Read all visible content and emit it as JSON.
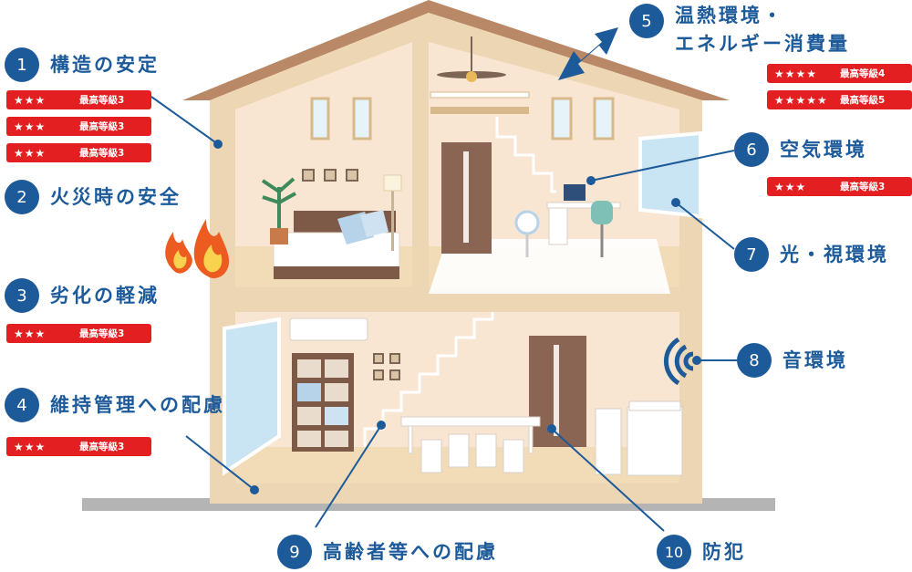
{
  "labels": [
    {
      "num": "1",
      "text": "構造の安定"
    },
    {
      "num": "2",
      "text": "火災時の安全"
    },
    {
      "num": "3",
      "text": "劣化の軽減"
    },
    {
      "num": "4",
      "text": "維持管理への配慮"
    },
    {
      "num": "5",
      "text_line1": "温熱環境・",
      "text_line2": "エネルギー消費量"
    },
    {
      "num": "6",
      "text": "空気環境"
    },
    {
      "num": "7",
      "text": "光・視環境"
    },
    {
      "num": "8",
      "text": "音環境"
    },
    {
      "num": "9",
      "text": "高齢者等への配慮"
    },
    {
      "num": "10",
      "text": "防犯"
    }
  ],
  "badges": {
    "structure": [
      {
        "stars": "★★★",
        "grade": "最高等級3"
      },
      {
        "stars": "★★★",
        "grade": "最高等級3"
      },
      {
        "stars": "★★★",
        "grade": "最高等級3"
      }
    ],
    "deterioration": [
      {
        "stars": "★★★",
        "grade": "最高等級3"
      }
    ],
    "maintenance": [
      {
        "stars": "★★★",
        "grade": "最高等級3"
      }
    ],
    "thermal": [
      {
        "stars": "★★★★",
        "grade": "最高等級4"
      },
      {
        "stars": "★★★★★",
        "grade": "最高等級5"
      }
    ],
    "air": [
      {
        "stars": "★★★",
        "grade": "最高等級3"
      }
    ]
  },
  "colors": {
    "label_blue": "#1d5a9a",
    "badge_red": "#e41f22",
    "wall": "#f8e6d2",
    "frame": "#ecd6b4",
    "roof": "#b98866",
    "floor": "#f2dcb8",
    "ground": "#b4b4b4"
  }
}
